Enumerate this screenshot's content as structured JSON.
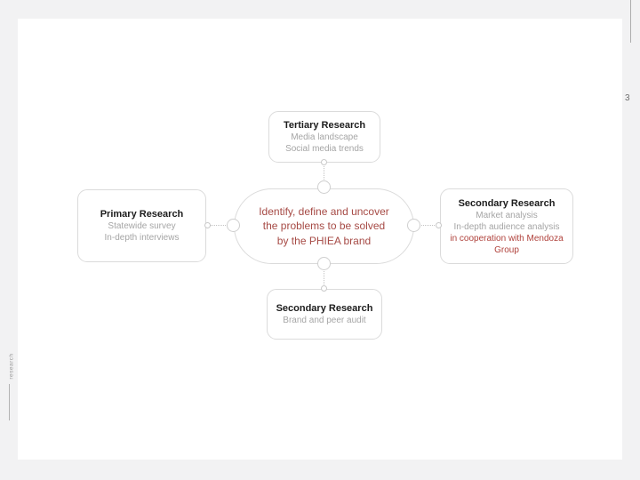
{
  "slide": {
    "page_number": "3",
    "side_label": "research"
  },
  "diagram": {
    "center": {
      "lines": [
        "Identify, define and uncover",
        "the problems to be solved",
        "by the PHIEA brand"
      ]
    },
    "boxes": {
      "top": {
        "title": "Tertiary Research",
        "lines": [
          "Media landscape",
          "Social media trends"
        ]
      },
      "left": {
        "title": "Primary Research",
        "lines": [
          "Statewide survey",
          "In-depth interviews"
        ]
      },
      "right": {
        "title": "Secondary Research",
        "lines": [
          "Market analysis",
          "In-depth audience analysis"
        ],
        "accent_line": "in cooperation with Mendoza Group"
      },
      "bottom": {
        "title": "Secondary Research",
        "lines": [
          "Brand and peer audit"
        ]
      }
    }
  },
  "colors": {
    "background": "#f2f2f3",
    "slide": "#ffffff",
    "accent_red": "#a64a45",
    "accent_red_strong": "#b0423c",
    "muted_gray": "#a5a5a5",
    "title_black": "#1c1c1c",
    "border_gray": "#dbdbdb"
  }
}
